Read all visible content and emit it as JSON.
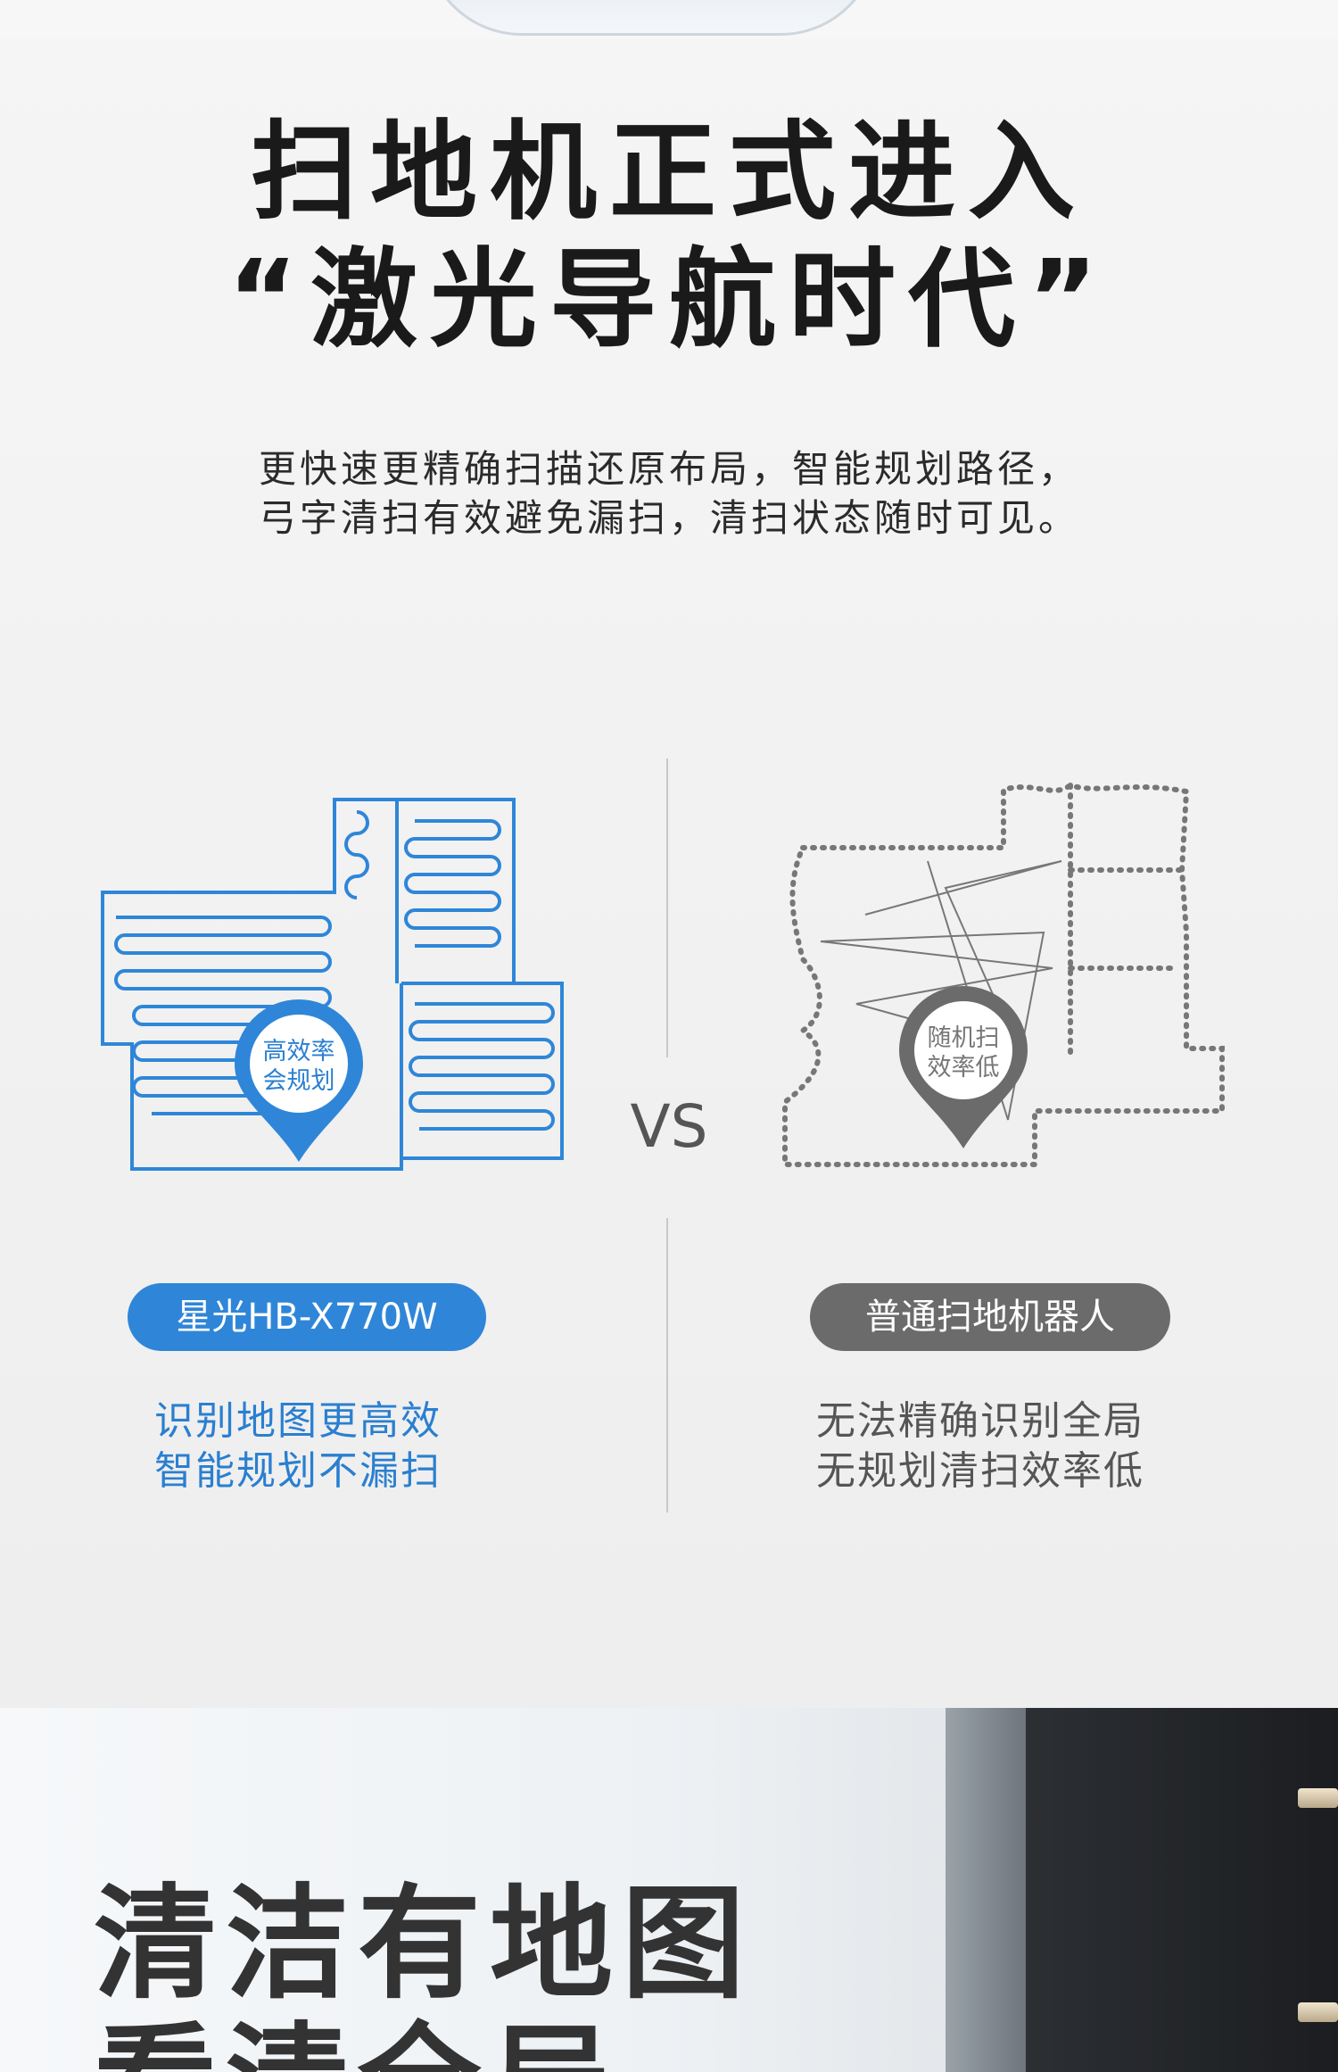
{
  "headline": {
    "line1": "扫地机正式进入",
    "line2": "“激光导航时代”"
  },
  "subtext": {
    "line1": "更快速更精确扫描还原布局，智能规划路径，",
    "line2": "弓字清扫有效避免漏扫，清扫状态随时可见。"
  },
  "comparison": {
    "vs": "VS",
    "left": {
      "pin_line1": "高效率",
      "pin_line2": "会规划",
      "product_name": "星光HB-X770W",
      "desc_line1": "识别地图更高效",
      "desc_line2": "智能规划不漏扫",
      "color": "#2f86d8"
    },
    "right": {
      "pin_line1": "随机扫",
      "pin_line2": "效率低",
      "product_name": "普通扫地机器人",
      "desc_line1": "无法精确识别全局",
      "desc_line2": "无规划清扫效率低",
      "color": "#6b6b6b"
    }
  },
  "next_section": {
    "title_line1": "清洁有地图",
    "title_line2": "看清全局"
  }
}
